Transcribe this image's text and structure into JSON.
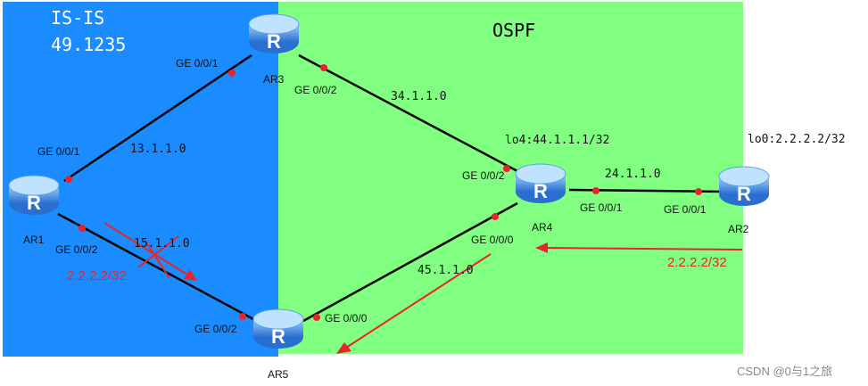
{
  "regions": {
    "isis": {
      "title": "IS-IS",
      "area": "49.1235",
      "color": "#1a8cff"
    },
    "ospf": {
      "title": "OSPF",
      "color": "#80ff80"
    }
  },
  "routers": {
    "ar1": "AR1",
    "ar2": "AR2",
    "ar3": "AR3",
    "ar4": "AR4",
    "ar5": "AR5"
  },
  "router_icon_letter": "R",
  "interfaces": {
    "ar3_g001": "GE 0/0/1",
    "ar3_g002": "GE 0/0/2",
    "ar1_g001": "GE 0/0/1",
    "ar1_g002": "GE 0/0/2",
    "ar4_g002": "GE 0/0/2",
    "ar4_g001": "GE 0/0/1",
    "ar4_g000": "GE 0/0/0",
    "ar2_g001": "GE 0/0/1",
    "ar5_g002": "GE 0/0/2",
    "ar5_g000": "GE 0/0/0"
  },
  "networks": {
    "n13": "13.1.1.0",
    "n34": "34.1.1.0",
    "n24": "24.1.1.0",
    "n15": "15.1.1.0",
    "n45": "45.1.1.0"
  },
  "loopbacks": {
    "ar4": "lo4:44.1.1.1/32",
    "ar2": "lo0:2.2.2.2/32"
  },
  "annotations": {
    "route_ar2": "2.2.2.2/32",
    "route_ar1": "2.2.2.2/32",
    "arrow_color": "#e8242b"
  },
  "watermark": "CSDN @0与1之旅"
}
